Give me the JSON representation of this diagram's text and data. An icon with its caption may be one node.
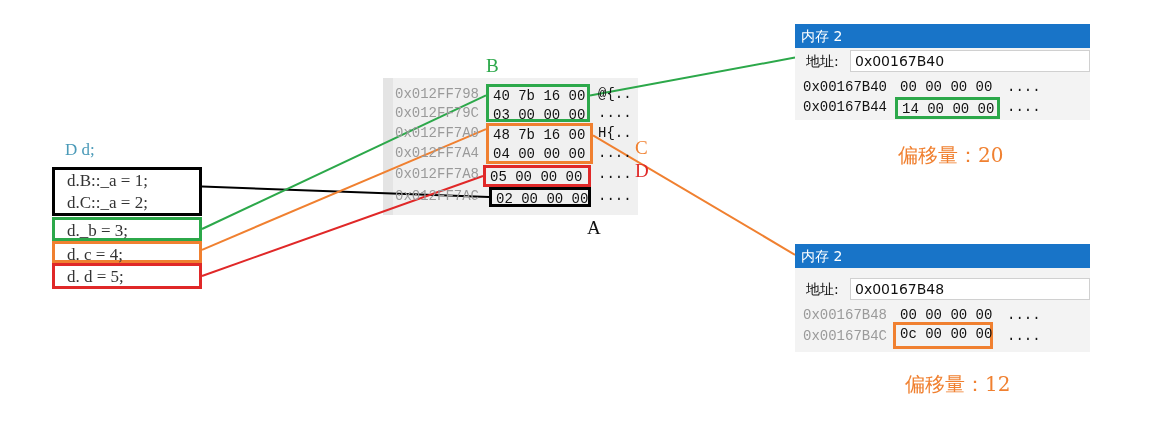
{
  "diagram": {
    "nodes": [
      {
        "text": [
          "d.B::_a = 1;",
          "d.C::_a = 2;"
        ]
      },
      {
        "text": [
          "d._b = 3;"
        ]
      },
      {
        "text": [
          "d. c = 4;"
        ]
      },
      {
        "text": [
          "d. d = 5;"
        ]
      },
      {
        "text": [
          "40 7b 16 00",
          "03 00 00 00"
        ]
      },
      {
        "text": [
          "48 7b 16 00",
          "04 00 00 00"
        ]
      },
      {
        "text": [
          "05 00 00 00"
        ]
      },
      {
        "text": [
          "02 00 00 00"
        ]
      },
      {
        "text": [
          "内存 2"
        ]
      },
      {
        "text": [
          "14 00 00 00"
        ],
        "in": 8
      },
      {
        "text": [
          "内存 2"
        ]
      },
      {
        "text": [
          "0c 00 00 00"
        ],
        "in": 10
      }
    ],
    "edges": [
      {
        "from": 0,
        "to": 7,
        "arrow": "none",
        "color": "#000000"
      },
      {
        "from": 1,
        "to": 4,
        "arrow": "none",
        "color": "#2ca84a"
      },
      {
        "from": 2,
        "to": 5,
        "arrow": "none",
        "color": "#f08030"
      },
      {
        "from": 3,
        "to": 6,
        "arrow": "none",
        "color": "#e02828"
      },
      {
        "from": 4,
        "to": 8,
        "arrow": "none",
        "color": "#2ca84a"
      },
      {
        "from": 5,
        "to": 10,
        "arrow": "none",
        "color": "#f08030"
      }
    ],
    "labels": [
      "D d;",
      "B",
      "0x012FF798",
      "@{..",
      "0x012FF79C",
      "....",
      "0x012FF7A0",
      "H{..",
      "0x012FF7A4",
      "....",
      "C",
      "0x012FF7A8",
      "....",
      "D",
      "0x012FF7AC",
      "....",
      "A",
      "地址:",
      "0x00167B40",
      "0x00167B40",
      "00 00 00 00",
      "....",
      "0x00167B44",
      "....",
      "偏移量：20",
      "地址:",
      "0x00167B48",
      "0x00167B48",
      "00 00 00 00",
      "....",
      "0x00167B4C",
      "....",
      "偏移量：12"
    ]
  }
}
